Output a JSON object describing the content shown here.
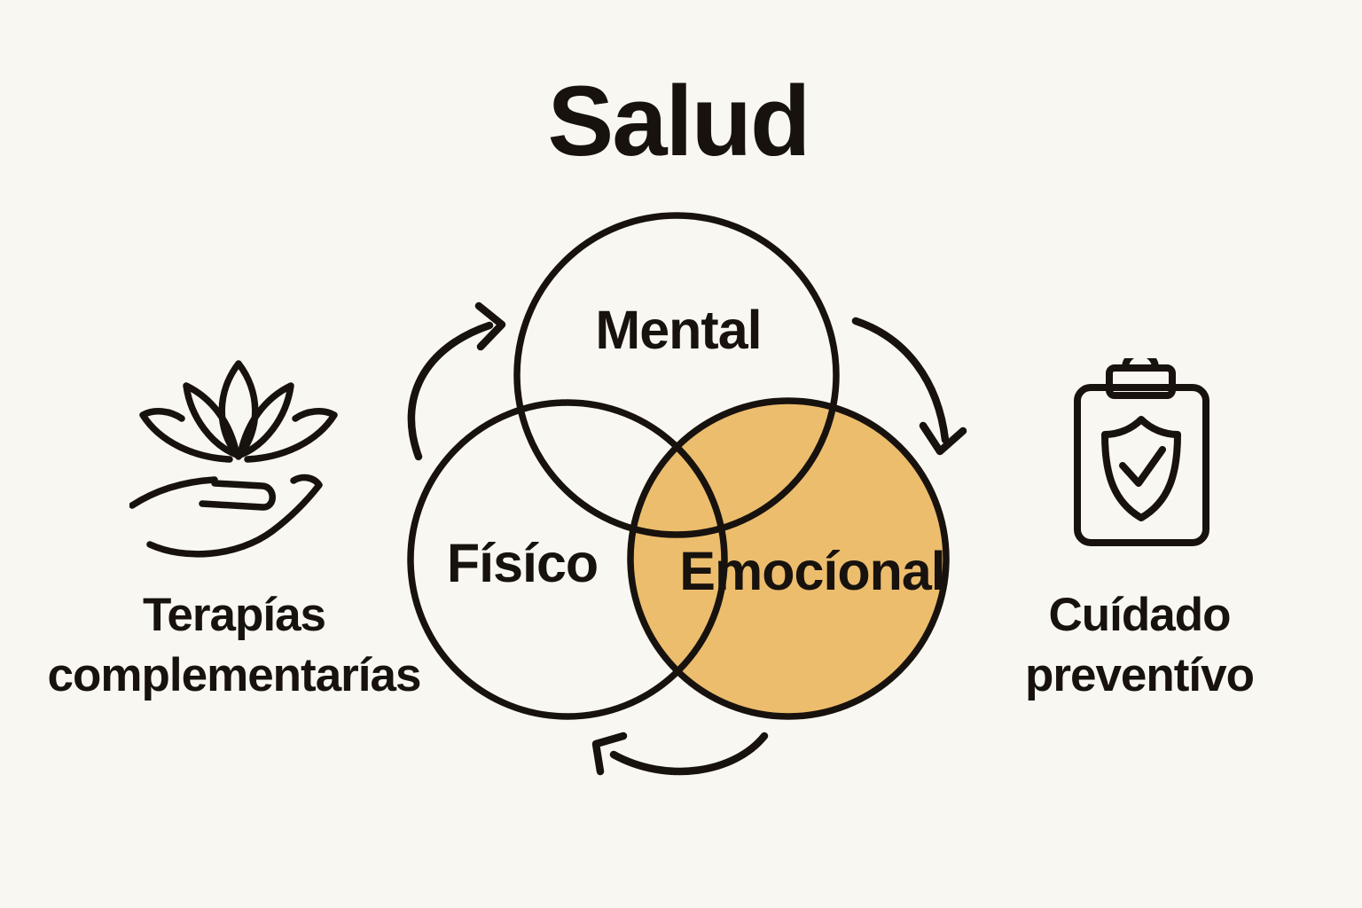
{
  "colors": {
    "background": "#F9F7F2",
    "accent": "#ECBD6D",
    "ink": "#17120E"
  },
  "title": "Salud",
  "venn": {
    "mental": {
      "label": "Mental",
      "filled": false
    },
    "fisico": {
      "label": "Físíco",
      "filled": false
    },
    "emocional": {
      "label": "Emocíonal",
      "filled": true,
      "fill_color": "#ECBD6D"
    }
  },
  "arrows": [
    {
      "name": "fisico-to-mental",
      "direction": "up-right,  head points right"
    },
    {
      "name": "mental-to-emocional",
      "direction": "down-right, head points down"
    },
    {
      "name": "emocional-to-fisico",
      "direction": "left, head points up-left"
    }
  ],
  "annotations": {
    "left": {
      "icon": "lotus-over-hand-icon",
      "line1": "Terapías",
      "line2": "complementarías"
    },
    "right": {
      "icon": "clipboard-shield-check-icon",
      "line1": "Cuídado",
      "line2": "preventívo"
    }
  }
}
